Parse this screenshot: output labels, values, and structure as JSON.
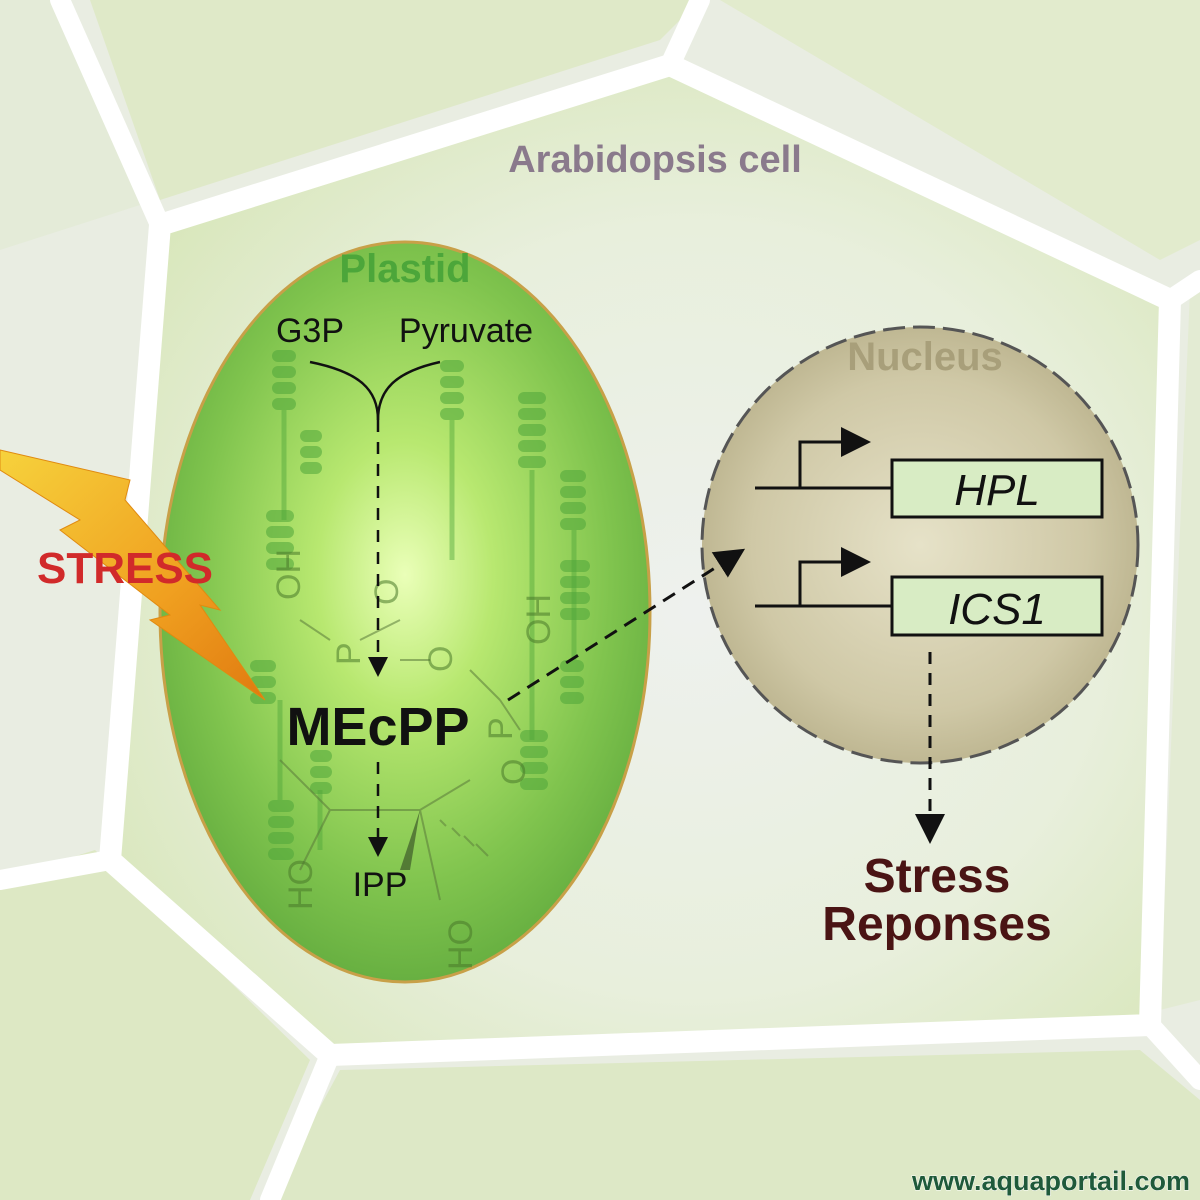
{
  "cell_label": "Arabidopsis cell",
  "plastid": {
    "label": "Plastid",
    "inputs": [
      "G3P",
      "Pyruvate"
    ],
    "intermediate": "MEcPP",
    "product": "IPP",
    "molecule_fragments": [
      "OH",
      "P",
      "O",
      "O",
      "P",
      "OH",
      "O",
      "HO",
      "HO"
    ]
  },
  "stress_label": "STRESS",
  "nucleus": {
    "label": "Nucleus",
    "genes": [
      "HPL",
      "ICS1"
    ]
  },
  "outcome": {
    "line1": "Stress",
    "line2": "Reponses"
  },
  "watermark": "www.aquaportail.com",
  "colors": {
    "cell_wall": "#ffffff",
    "cell_fill": "#e3ecd2",
    "plastid_fill": "#7cc247",
    "plastid_glow": "#d9ff99",
    "plastid_label": "#4ca63a",
    "nucleus_fill": "#c9c2a0",
    "nucleus_label": "#a89f7a",
    "gene_box_fill": "#d8ecc4",
    "stress_red": "#d12a2a",
    "bolt_orange": "#f0a020",
    "outcome_text": "#4a1414",
    "cell_label": "#8a7a8c"
  }
}
